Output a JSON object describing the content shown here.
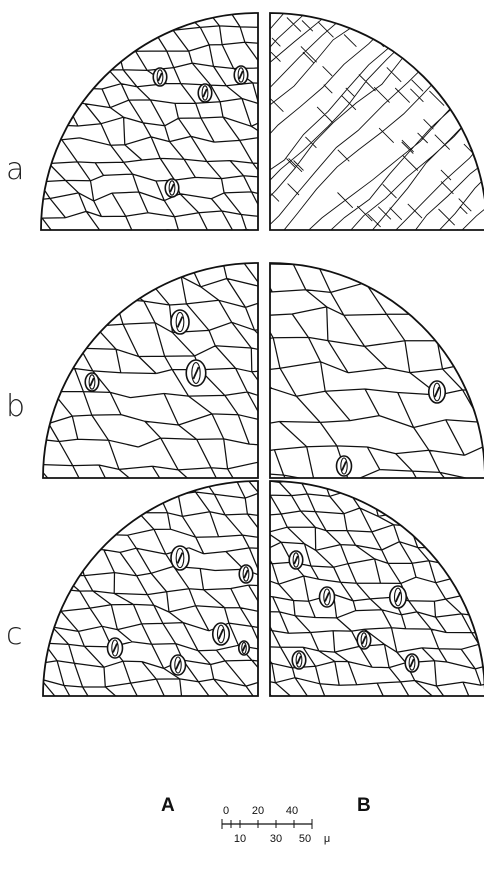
{
  "figure": {
    "row_labels": [
      "a",
      "b",
      "c"
    ],
    "column_labels": [
      "A",
      "B"
    ],
    "scale_bar": {
      "top_ticks": [
        "0",
        "20",
        "40"
      ],
      "bottom_ticks": [
        "10",
        "30",
        "50"
      ],
      "unit": "μ"
    },
    "colors": {
      "line": "#111111",
      "background": "#ffffff"
    }
  }
}
